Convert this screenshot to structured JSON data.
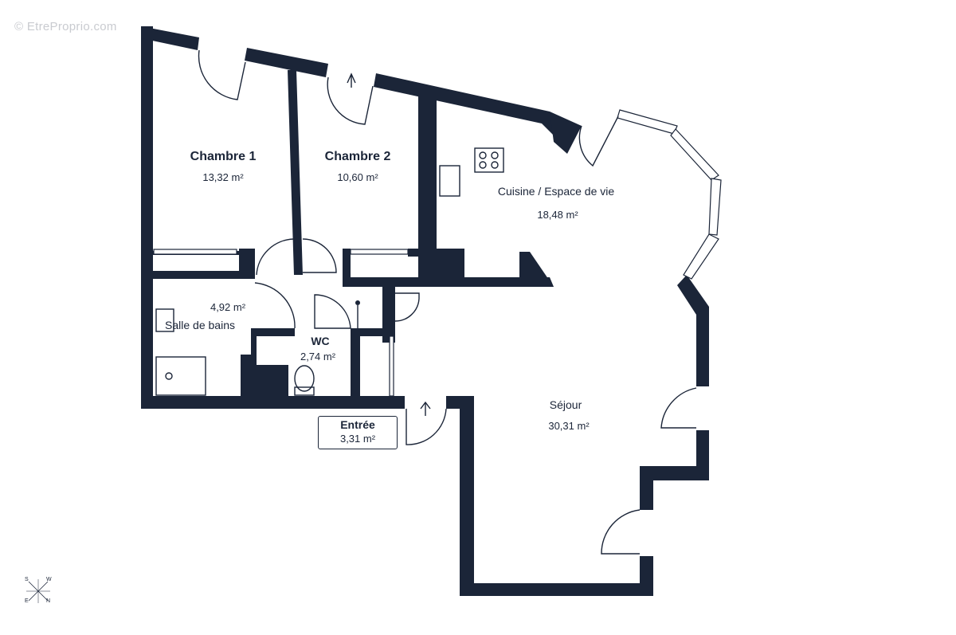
{
  "watermark": "© EtreProprio.com",
  "rooms": {
    "chambre1": {
      "name": "Chambre 1",
      "area": "13,32 m²"
    },
    "chambre2": {
      "name": "Chambre 2",
      "area": "10,60 m²"
    },
    "cuisine": {
      "name": "Cuisine / Espace de vie",
      "area": "18,48 m²"
    },
    "salle_de_bains": {
      "name": "Salle de bains",
      "area": "4,92 m²"
    },
    "wc": {
      "name": "WC",
      "area": "2,74 m²"
    },
    "sejour": {
      "name": "Séjour",
      "area": "30,31 m²"
    },
    "entree": {
      "name": "Entrée",
      "area": "3,31 m²"
    }
  },
  "compass": {
    "s": "S",
    "w": "W",
    "e": "E",
    "n": "N"
  },
  "colors": {
    "wall": "#1b2538",
    "background": "#ffffff",
    "watermark": "#c9cbd0"
  }
}
